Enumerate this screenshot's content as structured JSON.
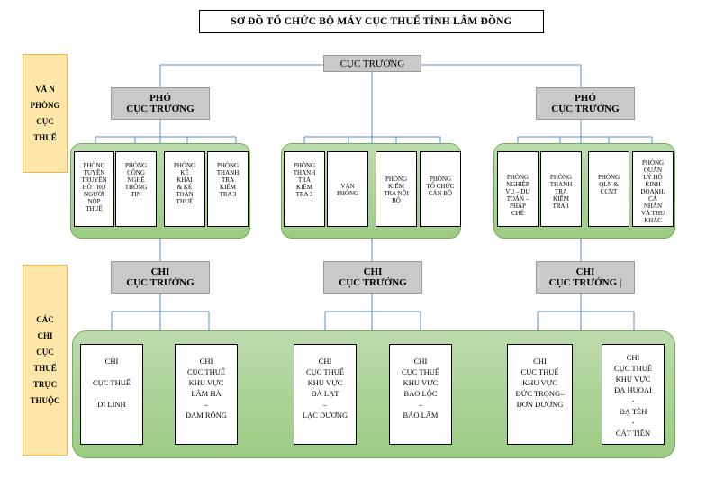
{
  "title": "SƠ ĐỒ TỔ CHỨC BỘ MÁY CỤC THUẾ TỈNH LÂM ĐỒNG",
  "director": "CỤC TRƯỞNG",
  "sides": {
    "office": [
      "VĂ N",
      "PHÒNG",
      "CỤC",
      "THUẾ"
    ],
    "branches": [
      "CÁC",
      "CHI",
      "CỤC",
      "THUẾ",
      "TRỰC",
      "THUỘC"
    ]
  },
  "deputies": [
    {
      "line1": "PHÓ",
      "line2": "CỤC TRƯỞNG"
    },
    {
      "line1": "PHÓ",
      "line2": "CỤC TRƯỞNG"
    }
  ],
  "chiefs": [
    {
      "line1": "CHI",
      "line2": "CỤC TRƯỞNG"
    },
    {
      "line1": "CHI",
      "line2": "CỤC TRƯỞNG"
    },
    {
      "line1": "CHI",
      "line2": "CỤC TRƯỞNG |"
    }
  ],
  "departments": [
    [
      "PHÒNG",
      "TUYÊN",
      "TRUYỀN",
      "HỖ TRỢ",
      "NGƯỜI",
      "NỘP",
      "THUẾ"
    ],
    [
      "PHÒNG",
      "CÔNG",
      "NGHỆ",
      "THÔNG",
      "TIN"
    ],
    [
      "PHÒNG",
      "KÊ",
      "KHAI",
      "& KẾ",
      "TOÁN",
      "THUẾ"
    ],
    [
      "PHÒNG",
      "THANH",
      "TRA",
      "KIỂM",
      "TRA 3"
    ],
    [
      "PHÒNG",
      "THANH",
      "TRA",
      "KIỂM",
      "TRA 3"
    ],
    [
      "VĂN",
      "PHÒNG"
    ],
    [
      "PHÒNG",
      "KIỂM",
      "TRA NỘI",
      "BỘ"
    ],
    [
      "PHÒNG",
      "TỔ CHỨC",
      "CÁN BỘ"
    ],
    [
      "PHÒNG",
      "NGHIỆP",
      "VỤ – DỰ",
      "TOÁN –",
      "PHÁP",
      "CHẾ"
    ],
    [
      "PHÒNG",
      "THANH",
      "TRA",
      "KIỂM",
      "TRA 1"
    ],
    [
      "PHÒNG",
      "QLN &",
      "CCNT"
    ],
    [
      "PHÒNG",
      "QUẢN",
      "LÝ HỘ",
      "KINH",
      "DOANH,",
      "CÁ",
      "NHÂN",
      "VÀ THU",
      "KHÁC"
    ]
  ],
  "branches": [
    [
      "CHI",
      "",
      "CỤC THUẾ",
      "",
      "DI LINH"
    ],
    [
      "CHI",
      "CỤC THUẾ",
      "KHU VỰC",
      "LÂM HÀ",
      "–",
      "ĐAM RÔNG"
    ],
    [
      "CHI",
      "CỤC THUẾ",
      "KHU VỰC",
      "ĐÀ LẠT",
      "–",
      "LẠC DƯƠNG"
    ],
    [
      "CHI",
      "CỤC THUẾ",
      "KHU VỰC",
      "BẢO LỘC",
      "–",
      "BẢO LÂM"
    ],
    [
      "CHI",
      "CỤC THUẾ",
      "KHU VỰC",
      "ĐỨC TRỌNG–",
      "ĐƠN DƯƠNG"
    ],
    [
      "CHI",
      "CỤC THUẾ",
      "KHU VỰC",
      "ĐẠ HUOAI",
      "-",
      "ĐẠ TẺH",
      "-",
      "CÁT TIÊN"
    ]
  ],
  "colors": {
    "panel_green": "#a8d08d",
    "box_gray": "#c9c9c9",
    "side_yellow": "#fee6a8",
    "line_blue": "#5b8bd0"
  }
}
